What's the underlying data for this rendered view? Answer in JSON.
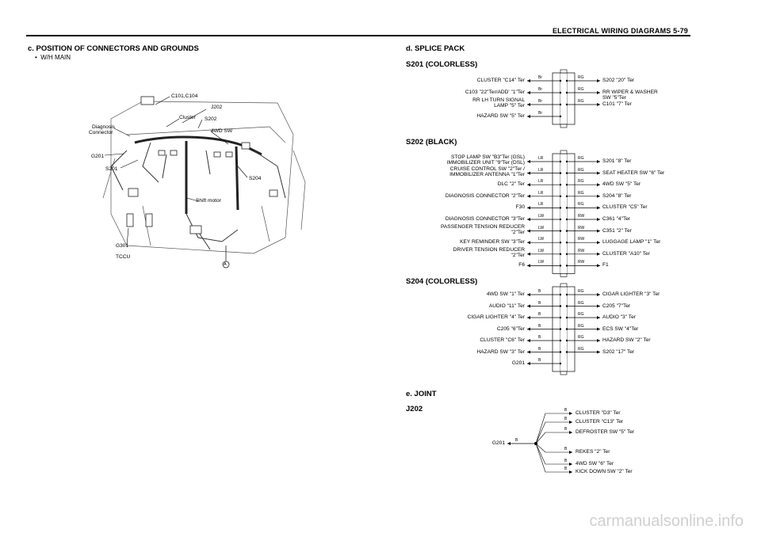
{
  "header": {
    "title": "ELECTRICAL WIRING DIAGRAMS  5-79"
  },
  "left": {
    "section_title": "c. POSITION OF CONNECTORS AND GROUNDS",
    "bullet": "W/H MAIN",
    "labels": {
      "c101": "C101,C104",
      "j202": "J202",
      "cluster": "Cluster",
      "s202": "S202",
      "diag1": "Diagnosis",
      "diag2": "Connector",
      "wd4": "4WD SW",
      "g201": "G201",
      "s201": "S201",
      "s204": "S204",
      "shift": "Shift motor",
      "g301": "G301",
      "tccu": "TCCU",
      "a": "A"
    }
  },
  "right": {
    "section_title": "d. SPLICE PACK",
    "s201": {
      "title": "S201  (COLORLESS)",
      "left": [
        {
          "text": "CLUSTER \"C14\" Ter",
          "wire": "Br"
        },
        {
          "text": "C103 \"22\"Ter/ADD' \"1\"Ter",
          "wire": "Br"
        },
        {
          "text": "RR LH TURN SIGNAL",
          "text2": "LAMP \"5\" Ter",
          "wire": "Br"
        },
        {
          "text": "HAZARD SW \"5\" Ter",
          "wire": "Br"
        }
      ],
      "right": [
        {
          "text": "S202 \"20\" Ter",
          "wire": "RG"
        },
        {
          "text": "RR WIPER & WASHER",
          "text2": "SW \"5\"Ter",
          "wire": "RG"
        },
        {
          "text": "C101 \"7\" Ter",
          "wire": "RG"
        }
      ]
    },
    "s202": {
      "title": "S202 (BLACK)",
      "left": [
        {
          "text": "STOP LAMP SW \"B3\"Ter (GSL)",
          "text2": "IMMOBILIZER UNIT \"9\"Ter (DSL)",
          "wire": "LR"
        },
        {
          "text": "CRUISE CONTROL SW \"2\"Ter /",
          "text2": "IMMOBILIZER ANTENNA \"1\"Ter",
          "wire": "LR"
        },
        {
          "text": "DLC \"2\" Ter",
          "wire": "LR"
        },
        {
          "text": "DIAGNOSIS CONNECTOR \"2\"Ter",
          "wire": "LR"
        },
        {
          "text": "F30",
          "wire": "LR"
        },
        {
          "text": "DIAGNOSIS CONNECTOR \"3\"Ter",
          "wire": "LW"
        },
        {
          "text": "PASSENGER TENSION REDUCER",
          "text2": "\"2\"Ter",
          "wire": "LW"
        },
        {
          "text": "KEY REMINDER SW \"3\"Ter",
          "wire": "LW"
        },
        {
          "text": "DRIVER TENSION REDUCER",
          "text2": "\"2\"Ter",
          "wire": "LW"
        },
        {
          "text": "F6",
          "wire": "LW"
        }
      ],
      "right": [
        {
          "text": "S201 \"8\" Ter",
          "wire": "RG"
        },
        {
          "text": "SEAT HEATER SW \"6\" Ter",
          "wire": "RG"
        },
        {
          "text": "4WD SW \"5\" Ter",
          "wire": "RG"
        },
        {
          "text": "S204 \"8\" Ter",
          "wire": "RG"
        },
        {
          "text": "CLUSTER \"C5\" Ter",
          "wire": "RG"
        },
        {
          "text": "C361 \"4\"Ter",
          "wire": "RW"
        },
        {
          "text": "C351 \"2\" Ter",
          "wire": "RW"
        },
        {
          "text": "LUGGAGE LAMP \"1\" Ter",
          "wire": "RW"
        },
        {
          "text": "CLUSTER \"A10\" Ter",
          "wire": "RW"
        },
        {
          "text": "F1",
          "wire": "RW"
        }
      ]
    },
    "s204": {
      "title": "S204  (COLORLESS)",
      "left": [
        {
          "text": "4WD SW \"1\" Ter",
          "wire": "B"
        },
        {
          "text": "AUDIO \"11\" Ter",
          "wire": "B"
        },
        {
          "text": "CIGAR LIGHTER \"4\" Ter",
          "wire": "B"
        },
        {
          "text": "C205 \"6\"Ter",
          "wire": "B"
        },
        {
          "text": "CLUSTER \"C6\" Ter",
          "wire": "B"
        },
        {
          "text": "HAZARD SW \"3\" Ter",
          "wire": "B"
        },
        {
          "text": "G201",
          "wire": "B"
        }
      ],
      "right": [
        {
          "text": "CIGAR LIGHTER \"3\" Ter",
          "wire": "RG"
        },
        {
          "text": "C205 \"7\"Ter",
          "wire": "RG"
        },
        {
          "text": "AUDIO \"3\" Ter",
          "wire": "RG"
        },
        {
          "text": "ECS SW \"4\"Ter",
          "wire": "RG"
        },
        {
          "text": "HAZARD SW \"2\" Ter",
          "wire": "RG"
        },
        {
          "text": "S202 \"17\" Ter",
          "wire": "RG"
        }
      ]
    },
    "joint": {
      "section_title": "e. JOINT",
      "title": "J202",
      "left": {
        "text": "G201",
        "wire": "B"
      },
      "right": [
        {
          "text": "CLUSTER \"D3\" Ter",
          "wire": "B"
        },
        {
          "text": "CLUSTER \"C13\" Ter",
          "wire": "B"
        },
        {
          "text": "DEFROSTER SW \"5\" Ter",
          "wire": "B"
        },
        {
          "text": "REKES \"2\" Ter",
          "wire": "B"
        },
        {
          "text": "4WD SW \"6\" Ter",
          "wire": "B"
        },
        {
          "text": "KICK DOWN SW \"2\" Ter",
          "wire": "B"
        }
      ]
    }
  },
  "watermark": "carmanualsonline.info"
}
